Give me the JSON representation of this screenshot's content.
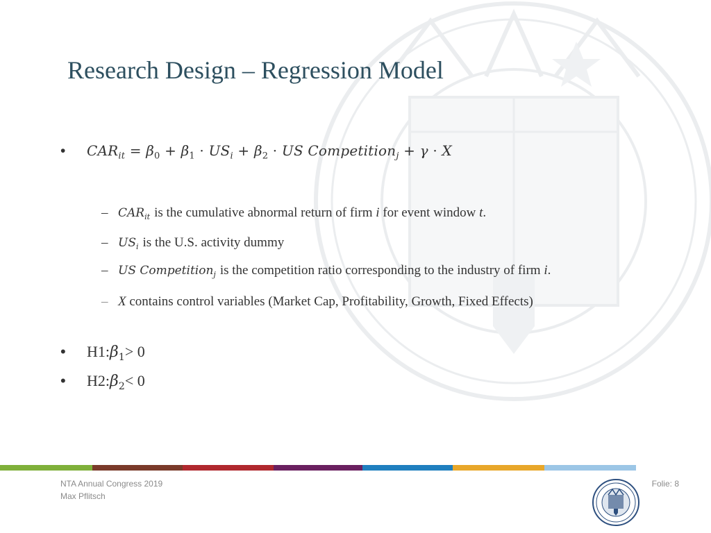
{
  "slide": {
    "title": "Research Design – Regression Model"
  },
  "equation": {
    "lhs": "CAR",
    "lhs_sub": "it",
    "eq": " = ",
    "b0": "β",
    "b0_sub": "0",
    "plus1": " + ",
    "b1": "β",
    "b1_sub": "1",
    "dot1": " · ",
    "us": "US",
    "us_sub": "i",
    "plus2": " + ",
    "b2": "β",
    "b2_sub": "2",
    "dot2": " · ",
    "usc": "US Competition",
    "usc_sub": "j",
    "plus3": " + ",
    "gamma": "γ",
    "dot3": " · ",
    "x": "X"
  },
  "definitions": [
    {
      "dash": "–",
      "var": "CAR",
      "var_sub": "it",
      "text": "is the cumulative abnormal return of firm ",
      "i": "i",
      "text2": " for event window ",
      "t": "t",
      "text3": "."
    },
    {
      "dash": "–",
      "var": "US",
      "var_sub": "i",
      "text": "is the U.S. activity dummy"
    },
    {
      "dash": "–",
      "var": "US Competition",
      "var_sub": "j",
      "text": "is the competition ratio corresponding to the industry of firm ",
      "i": "i",
      "text3": "."
    },
    {
      "dash": "–",
      "var": "X",
      "text": " contains control variables (Market Cap, Profitability, Growth, Fixed Effects)"
    }
  ],
  "hypotheses": [
    {
      "bullet": "•",
      "label": "H1: ",
      "beta": "β",
      "beta_sub": "1",
      "rel": " > 0"
    },
    {
      "bullet": "•",
      "label": "H2: ",
      "beta": "β",
      "beta_sub": "2",
      "rel": " < 0"
    }
  ],
  "bullet_symbol": "•",
  "footer": {
    "event": "NTA Annual Congress 2019",
    "author": "Max Pflitsch",
    "page": "Folie: 8"
  },
  "colors": {
    "title": "#2d4f5f",
    "bar": [
      "#7fb03a",
      "#7a3a2a",
      "#b0282e",
      "#6a2060",
      "#1f7fbf",
      "#e8a72a",
      "#9cc6e6"
    ]
  },
  "icons": {
    "watermark": "university-seal-watermark",
    "logo": "university-seal-logo"
  }
}
